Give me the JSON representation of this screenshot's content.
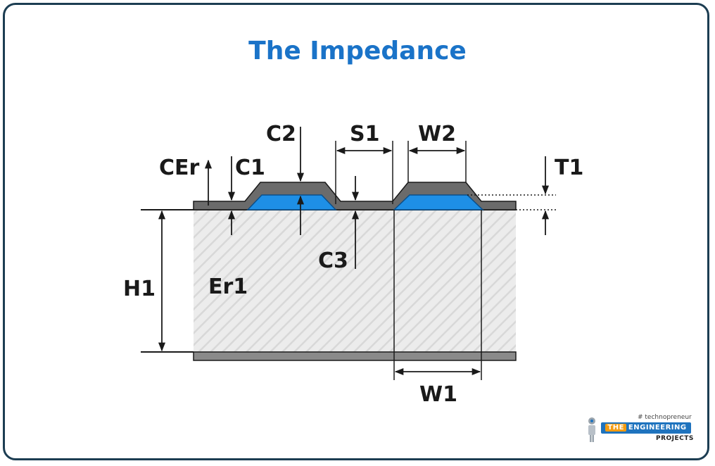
{
  "title": "The Impedance",
  "labels": {
    "cer": "CEr",
    "c1": "C1",
    "c2": "C2",
    "c3": "C3",
    "s1": "S1",
    "w1": "W1",
    "w2": "W2",
    "t1": "T1",
    "h1": "H1",
    "er1": "Er1"
  },
  "logo": {
    "tagline": "# technopreneur",
    "the": "THE",
    "name": "ENGINEERING",
    "sub": "PROJECTS"
  },
  "colors": {
    "title": "#1a73c8",
    "trace": "#1e8fe6",
    "coating": "#6b6b6b",
    "substrate": "#ececec",
    "ground": "#8a8a8a"
  }
}
